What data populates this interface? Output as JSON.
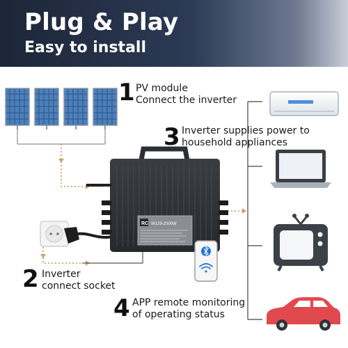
{
  "header": {
    "title": "Plug & Play",
    "subtitle": "Easy to install"
  },
  "steps": [
    {
      "number": "1",
      "line1": "PV module",
      "line2": "Connect the inverter"
    },
    {
      "number": "2",
      "line1": "Inverter",
      "line2": "connect socket"
    },
    {
      "number": "3",
      "line1": "Inverter supplies power to",
      "line2": "household appliances"
    },
    {
      "number": "4",
      "line1": "APP remote monitoring",
      "line2": "of operating status"
    }
  ],
  "inverter": {
    "brand": "RC",
    "model": "W129-2000W"
  },
  "appliances": [
    "air-conditioner-icon",
    "laptop-icon",
    "television-icon",
    "car-icon"
  ],
  "colors": {
    "header_dark": "#1c2638",
    "dotted_arrow": "#c9a46a",
    "inverter_body": "#2f3236",
    "tv": "#3c4148",
    "car": "#e04a4f",
    "bluetooth": "#1f73d8",
    "wifi": "#2f7ad8"
  }
}
